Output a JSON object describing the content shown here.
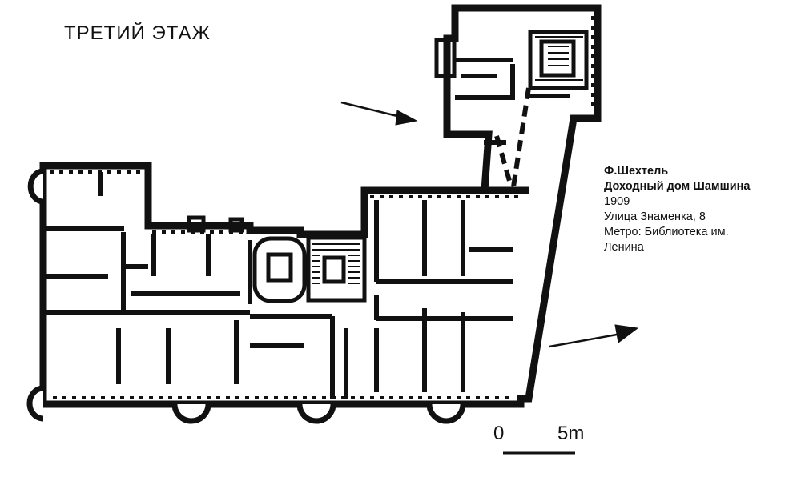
{
  "floor_title": "ТРЕТИЙ ЭТАЖ",
  "info": {
    "architect": "Ф.Шехтель",
    "building": "Доходный дом Шамшина",
    "year": "1909",
    "address": "Улица Знаменка, 8",
    "metro": "Метро: Библиотека им.",
    "metro_cont": "Ленина"
  },
  "scale": {
    "zero": "0",
    "five": "5m"
  },
  "colors": {
    "ink": "#111111",
    "paper": "#ffffff"
  }
}
